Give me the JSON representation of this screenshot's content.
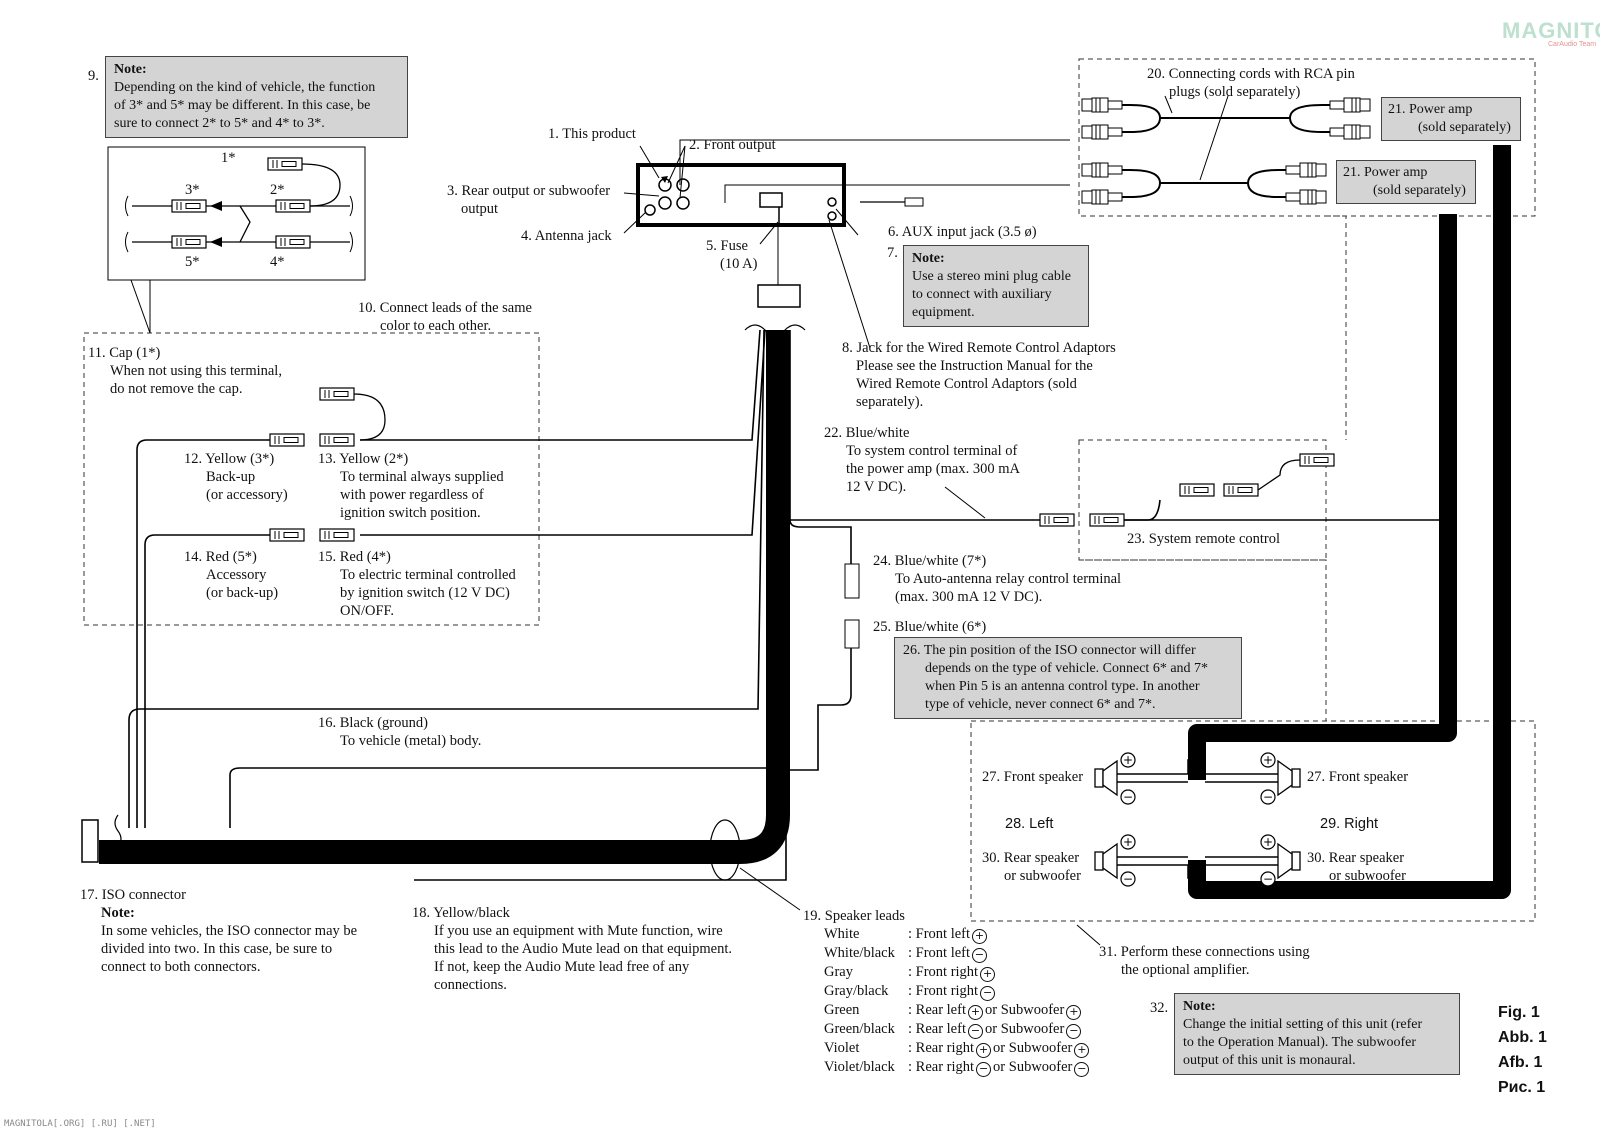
{
  "labels": {
    "l1": "1. This product",
    "l2": "2. Front output",
    "l3": [
      "3. Rear output or subwoofer",
      "output"
    ],
    "l4": "4. Antenna jack",
    "l5": [
      "5. Fuse",
      "(10 A)"
    ],
    "l6": "6. AUX input jack (3.5 ø)",
    "l7_num": "7.",
    "l8": [
      "8. Jack for the Wired Remote Control Adaptors",
      "Please see the Instruction Manual for the",
      "Wired Remote Control Adaptors (sold",
      "separately)."
    ],
    "l9_num": "9.",
    "l10": [
      "10. Connect leads of the same",
      "color to each other."
    ],
    "l11": [
      "11. Cap (1*)",
      "When not using this terminal,",
      "do not remove the cap."
    ],
    "l12": [
      "12. Yellow (3*)",
      "Back-up",
      "(or accessory)"
    ],
    "l13": [
      "13. Yellow (2*)",
      "To terminal always supplied",
      "with power regardless of",
      "ignition switch position."
    ],
    "l14": [
      "14. Red (5*)",
      "Accessory",
      "(or back-up)"
    ],
    "l15": [
      "15. Red (4*)",
      "To electric terminal controlled",
      "by ignition switch (12 V DC)",
      "ON/OFF."
    ],
    "l16": [
      "16. Black (ground)",
      "To vehicle (metal) body."
    ],
    "l17": [
      "17. ISO connector"
    ],
    "l17_note": [
      "Note:",
      "In some vehicles, the ISO connector may be",
      "divided into two. In this case, be sure to",
      "connect to both connectors."
    ],
    "l18": [
      "18. Yellow/black",
      "If you use an equipment with Mute function, wire",
      "this lead to the Audio Mute lead on that equipment.",
      "If not, keep the Audio Mute lead free of any",
      "connections."
    ],
    "l19": "19. Speaker leads",
    "l20": [
      "20. Connecting cords with RCA pin",
      "plugs (sold separately)"
    ],
    "l21a": [
      "21. Power amp",
      "(sold separately)"
    ],
    "l21b": [
      "21. Power amp",
      "(sold separately)"
    ],
    "l22": [
      "22. Blue/white",
      "To system control terminal of",
      "the power amp (max. 300 mA",
      "12 V DC)."
    ],
    "l23": "23. System remote control",
    "l24": [
      "24. Blue/white (7*)",
      "To Auto-antenna relay control terminal",
      "(max. 300 mA 12 V DC)."
    ],
    "l25": "25. Blue/white (6*)",
    "l27a": "27. Front speaker",
    "l27b": "27. Front speaker",
    "l28": "28. Left",
    "l29": "29. Right",
    "l30a": [
      "30. Rear speaker",
      "or subwoofer"
    ],
    "l30b": [
      "30. Rear speaker",
      "or subwoofer"
    ],
    "l31": [
      "31. Perform these connections using",
      "the optional amplifier."
    ],
    "l32_num": "32.",
    "pins": {
      "p1": "1*",
      "p2": "2*",
      "p3": "3*",
      "p4": "4*",
      "p5": "5*"
    }
  },
  "notes": {
    "n7": [
      "Note:",
      "Use a stereo mini plug cable",
      "to connect with auxiliary",
      "equipment."
    ],
    "n9": [
      "Note:",
      "Depending on the kind of vehicle, the function",
      "of 3* and 5* may be different. In this case, be",
      "sure to connect 2* to 5* and 4* to 3*."
    ],
    "n26": [
      "26. The pin position of the ISO connector will differ",
      "depends on the type of vehicle. Connect 6* and 7*",
      "when Pin 5 is an antenna control type. In another",
      "type of vehicle, never connect 6* and 7*."
    ],
    "n32": [
      "Note:",
      "Change the initial setting of this unit (refer",
      "to the Operation Manual). The subwoofer",
      "output of this unit is monaural."
    ]
  },
  "speaker_leads": [
    {
      "color": "White",
      "desc": ": Front left",
      "sym": "+",
      "extra": "",
      "sym2": ""
    },
    {
      "color": "White/black",
      "desc": ": Front left",
      "sym": "−",
      "extra": "",
      "sym2": ""
    },
    {
      "color": "Gray",
      "desc": ": Front right",
      "sym": "+",
      "extra": "",
      "sym2": ""
    },
    {
      "color": "Gray/black",
      "desc": ": Front right",
      "sym": "−",
      "extra": "",
      "sym2": ""
    },
    {
      "color": "Green",
      "desc": ": Rear left",
      "sym": "+",
      "extra": "or Subwoofer",
      "sym2": "+"
    },
    {
      "color": "Green/black",
      "desc": ": Rear left",
      "sym": "−",
      "extra": "or Subwoofer",
      "sym2": "−"
    },
    {
      "color": "Violet",
      "desc": ": Rear right",
      "sym": "+",
      "extra": "or Subwoofer",
      "sym2": "+"
    },
    {
      "color": "Violet/black",
      "desc": ": Rear right",
      "sym": "−",
      "extra": "or Subwoofer",
      "sym2": "−"
    }
  ],
  "fig": [
    "Fig. 1",
    "Abb. 1",
    "Afb. 1",
    "Рис. 1"
  ],
  "watermark": {
    "main": "MAGNITOLA",
    "sub": "CarAudio Team"
  },
  "footer": "MAGNITOLA[.ORG] [.RU] [.NET]",
  "colors": {
    "note_bg": "#d4d4d4",
    "wire": "#000000",
    "watermark": "#bde0cf"
  }
}
